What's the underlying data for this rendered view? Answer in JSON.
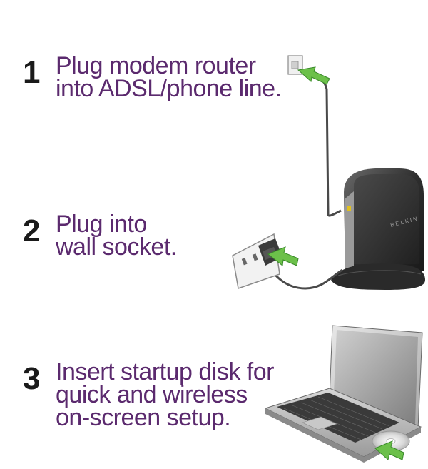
{
  "steps": [
    {
      "number": "1",
      "lines": [
        "Plug modem router",
        "into ADSL/phone line."
      ]
    },
    {
      "number": "2",
      "lines": [
        "Plug into",
        "wall socket."
      ]
    },
    {
      "number": "3",
      "lines": [
        "Insert startup disk for",
        "quick and wireless",
        "on-screen setup."
      ]
    }
  ],
  "router": {
    "brand": "BELKIN"
  },
  "colors": {
    "text": "#5b2a6e",
    "number": "#1a1a1a",
    "arrow": "#6cc04a"
  }
}
